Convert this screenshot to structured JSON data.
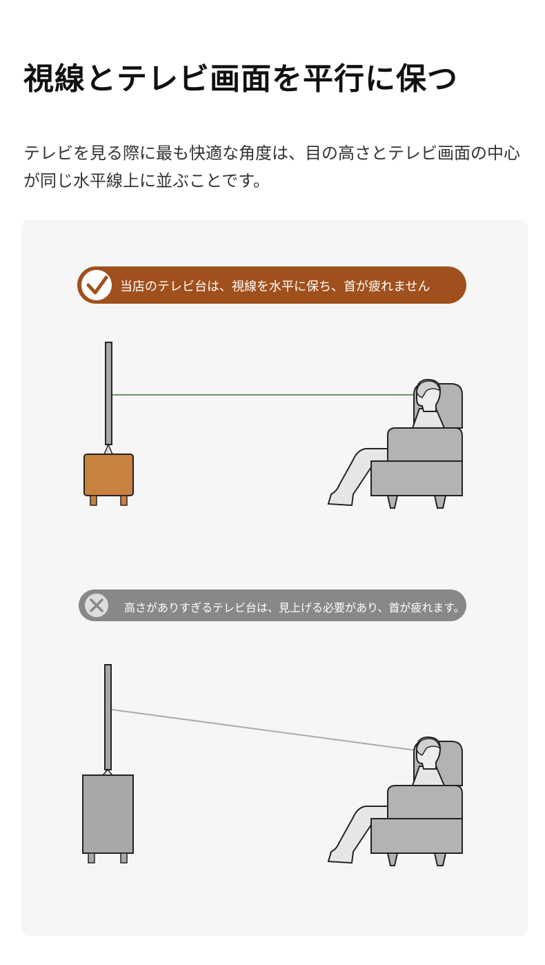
{
  "header": {
    "title": "視線とテレビ画面を平行に保つ",
    "description": "テレビを見る際に最も快適な角度は、目の高さとテレビ画面の中心が同じ水平線上に並ぶことです。"
  },
  "good_case": {
    "label": "当店のテレビ台は、視線を水平に保ち、首が疲れません",
    "icon": "check-icon",
    "color": "#a0501d",
    "stand_color": "#c8813f"
  },
  "bad_case": {
    "label": "高さがありすぎるテレビ台は、見上げる必要があり、首が疲れます。",
    "icon": "close-icon",
    "color": "#888888",
    "stand_color": "#a8a8a8"
  }
}
